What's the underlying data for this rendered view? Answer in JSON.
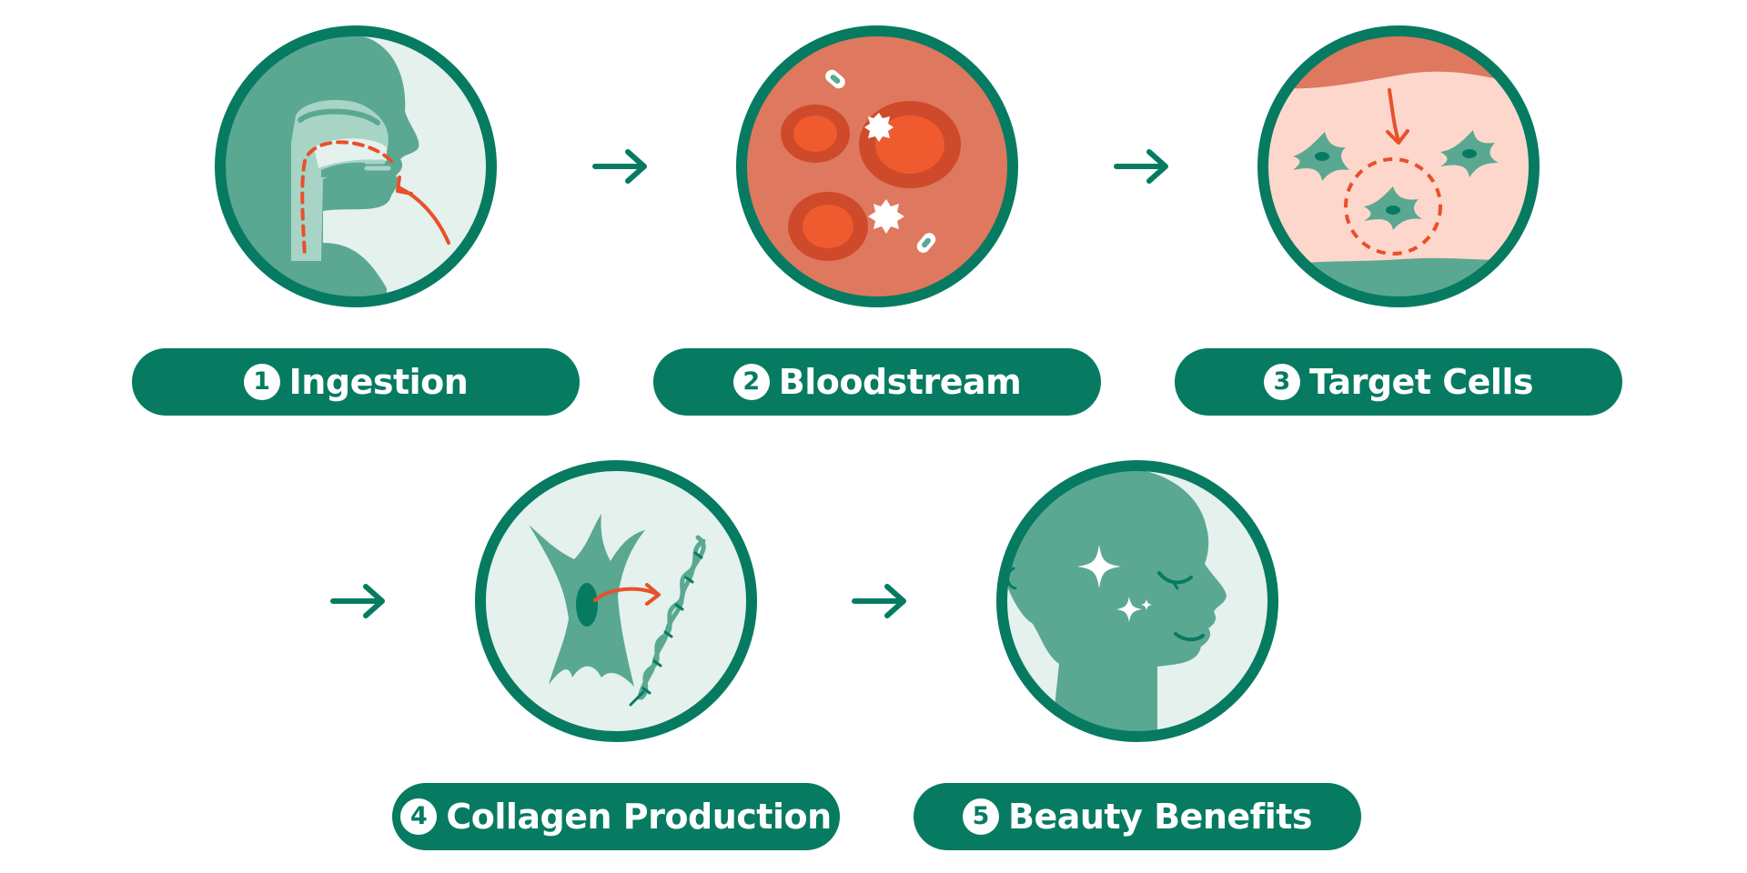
{
  "colors": {
    "brand_green": "#067b62",
    "light_green": "#5aa892",
    "pale_green": "#e4f1ed",
    "accent_orange": "#e8502a",
    "blood_red": "#de785e",
    "cell_pink": "#fdd7cb"
  },
  "steps": [
    {
      "number": "1",
      "label": "Ingestion",
      "icon": "head-swallowing-icon"
    },
    {
      "number": "2",
      "label": "Bloodstream",
      "icon": "blood-cells-icon"
    },
    {
      "number": "3",
      "label": "Target Cells",
      "icon": "skin-cells-icon"
    },
    {
      "number": "4",
      "label": "Collagen Production",
      "icon": "fibroblast-collagen-icon"
    },
    {
      "number": "5",
      "label": "Beauty Benefits",
      "icon": "glowing-face-icon"
    }
  ],
  "connectors": [
    "arrow-right-icon",
    "arrow-right-icon",
    "arrow-right-icon",
    "arrow-right-icon"
  ]
}
